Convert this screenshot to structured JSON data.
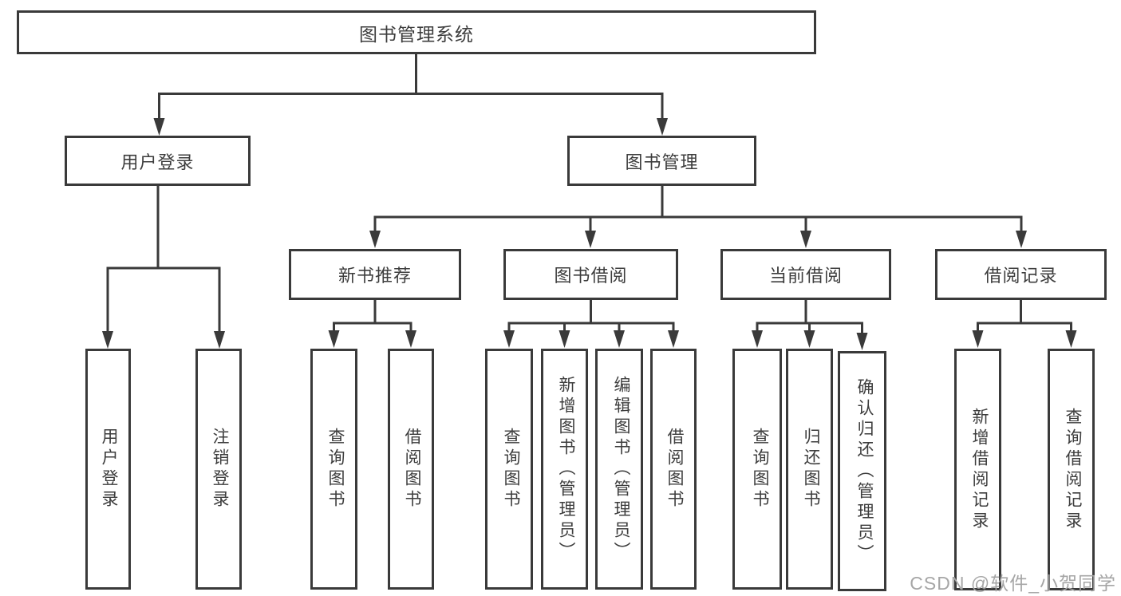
{
  "diagram": {
    "type": "hierarchy-tree",
    "title": "图书管理系统",
    "watermark": "CSDN @软件_小贺同学",
    "colors": {
      "line": "#3a3a3a",
      "text": "#3d3d3d",
      "watermark": "#a6a6a6",
      "background": "#ffffff"
    },
    "nodes": {
      "root": {
        "label": "图书管理系统"
      },
      "user_login": {
        "label": "用户登录"
      },
      "book_mgmt": {
        "label": "图书管理"
      },
      "new_book_rec": {
        "label": "新书推荐"
      },
      "book_borrow": {
        "label": "图书借阅"
      },
      "current_borrow": {
        "label": "当前借阅"
      },
      "borrow_records": {
        "label": "借阅记录"
      },
      "leaf_user_login": {
        "label": "用户登录"
      },
      "leaf_logout": {
        "label": "注销登录"
      },
      "leaf_query_book_1": {
        "label": "查询图书"
      },
      "leaf_borrow_book_1": {
        "label": "借阅图书"
      },
      "leaf_query_book_2": {
        "label": "查询图书"
      },
      "leaf_add_book": {
        "label": "新增图书（管理员）"
      },
      "leaf_edit_book": {
        "label": "编辑图书（管理员）"
      },
      "leaf_borrow_book_2": {
        "label": "借阅图书"
      },
      "leaf_query_book_3": {
        "label": "查询图书"
      },
      "leaf_return_book": {
        "label": "归还图书"
      },
      "leaf_confirm_return": {
        "label": "确认归还（管理员）"
      },
      "leaf_add_record": {
        "label": "新增借阅记录"
      },
      "leaf_query_record": {
        "label": "查询借阅记录"
      }
    },
    "structure": {
      "root": [
        "user_login",
        "book_mgmt"
      ],
      "user_login": [
        "leaf_user_login",
        "leaf_logout"
      ],
      "book_mgmt": [
        "new_book_rec",
        "book_borrow",
        "current_borrow",
        "borrow_records"
      ],
      "new_book_rec": [
        "leaf_query_book_1",
        "leaf_borrow_book_1"
      ],
      "book_borrow": [
        "leaf_query_book_2",
        "leaf_add_book",
        "leaf_edit_book",
        "leaf_borrow_book_2"
      ],
      "current_borrow": [
        "leaf_query_book_3",
        "leaf_return_book",
        "leaf_confirm_return"
      ],
      "borrow_records": [
        "leaf_add_record",
        "leaf_query_record"
      ]
    }
  }
}
